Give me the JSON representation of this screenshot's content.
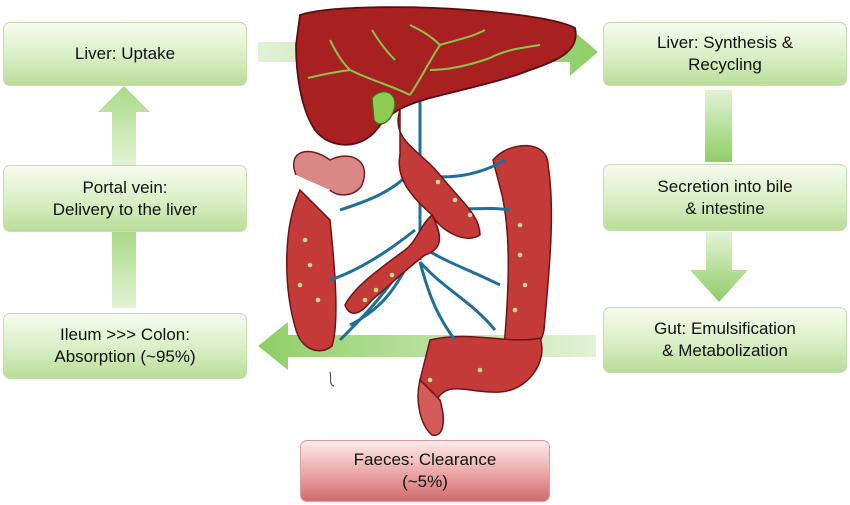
{
  "boxes": {
    "liver_uptake": "Liver: Uptake",
    "liver_synthesis": [
      "Liver: Synthesis &",
      "Recycling"
    ],
    "portal_vein": [
      "Portal vein:",
      "Delivery to the liver"
    ],
    "secretion": [
      "Secretion into bile",
      "& intestine"
    ],
    "ileum_colon": [
      "Ileum >>> Colon:",
      "Absorption (~95%)"
    ],
    "gut": [
      "Gut: Emulsification",
      "& Metabolization"
    ],
    "faeces": [
      "Faeces: Clearance",
      "(~5%)"
    ]
  },
  "colors": {
    "box_green": "#cde6b5",
    "box_red": "#e59497",
    "arrow_green": "#c9e6b0",
    "arrow_green_strong": "#8ccc63",
    "liver": "#a8201f",
    "intestine": "#c9413f",
    "vein": "#1f6f9b",
    "bile_duct": "#7cc14a"
  }
}
